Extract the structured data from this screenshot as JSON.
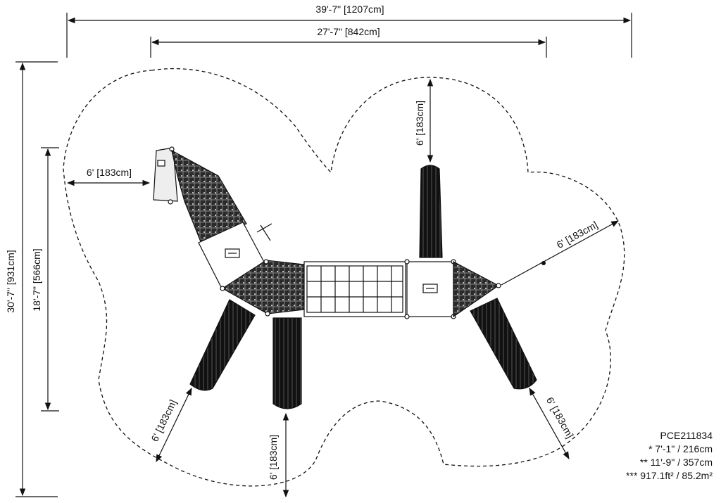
{
  "dimensions": {
    "overall_width": "39'-7\" [1207cm]",
    "structure_width": "27'-7\" [842cm]",
    "overall_depth": "30'-7\" [931cm]",
    "structure_depth": "18'-7\" [566cm]",
    "clearance_left": "6' [183cm]",
    "clearance_top": "6' [183cm]",
    "clearance_right": "6' [183cm]",
    "clearance_lower_left": "6' [183cm]",
    "clearance_bottom": "6' [183cm]",
    "clearance_lower_right": "6' [183cm]"
  },
  "spec": {
    "model": "PCE211834",
    "height": "* 7'-1\" / 216cm",
    "fall_height": "** 11'-9\" / 357cm",
    "area": "*** 917.1ft² / 85.2m²"
  },
  "colors": {
    "line": "#111111",
    "fill": "#1a1a1a",
    "background": "#ffffff"
  }
}
